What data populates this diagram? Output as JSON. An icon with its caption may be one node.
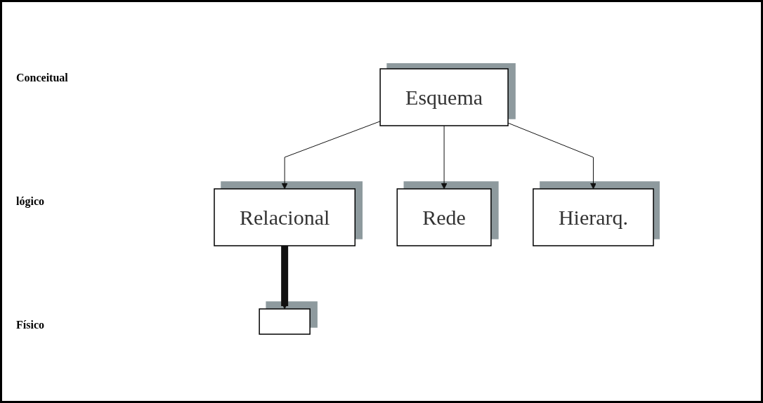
{
  "diagram": {
    "nodes": [
      {
        "text": [
          "Esquema"
        ]
      },
      {
        "text": [
          "Relacional"
        ]
      },
      {
        "text": [
          "Rede"
        ]
      },
      {
        "text": [
          "Hierarq."
        ]
      },
      {
        "text": [],
        "shape": "box"
      }
    ],
    "edges": [
      {
        "from": 0,
        "to": 1,
        "arrow": "to"
      },
      {
        "from": 0,
        "to": 2,
        "arrow": "to"
      },
      {
        "from": 0,
        "to": 3,
        "arrow": "to"
      },
      {
        "from": 1,
        "to": 4,
        "arrow": "to",
        "style": "thick"
      }
    ],
    "labels": [
      "Conceitual",
      "lógico",
      "Físico"
    ]
  }
}
